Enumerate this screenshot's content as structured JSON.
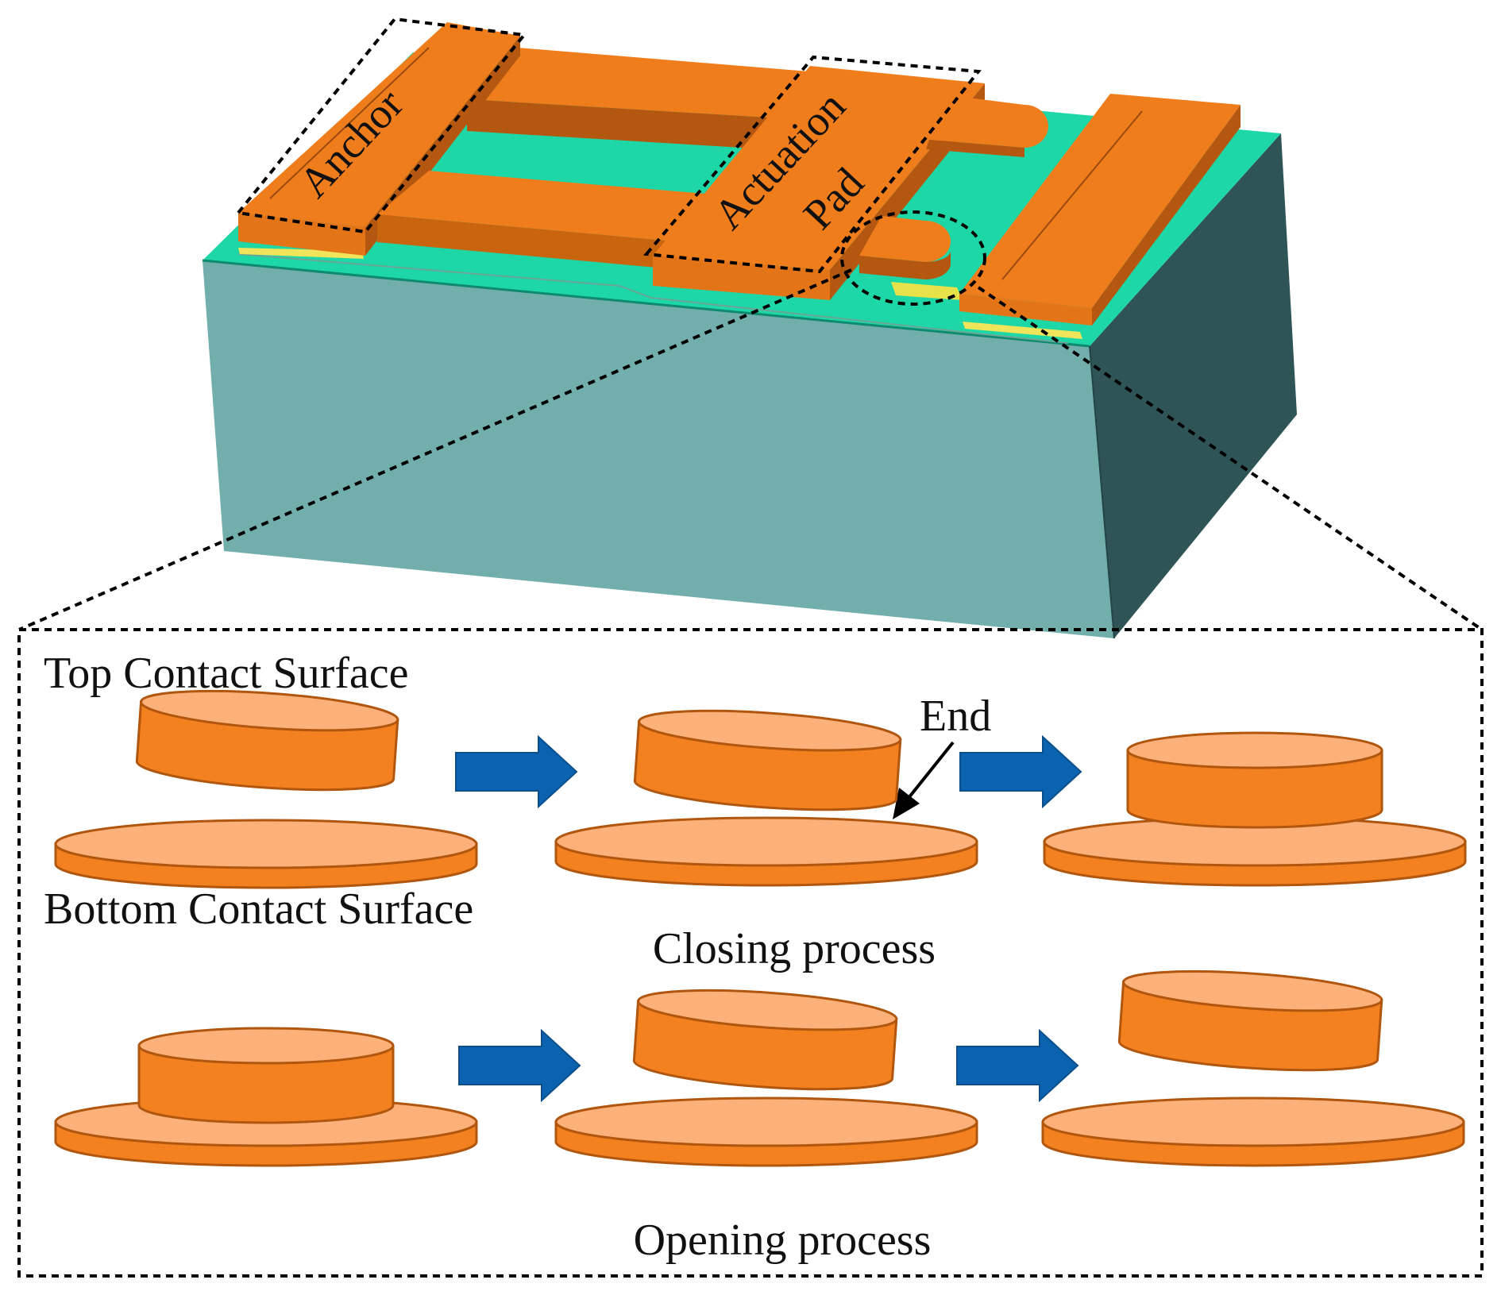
{
  "device": {
    "anchor_label": "Anchor",
    "actuation_pad_line1": "Actuation",
    "actuation_pad_line2": "Pad"
  },
  "detail": {
    "top_surface_label": "Top Contact Surface",
    "bottom_surface_label": "Bottom Contact Surface",
    "end_label": "End",
    "closing_label": "Closing process",
    "opening_label": "Opening process"
  },
  "colors": {
    "substrate_front": "#72aeab",
    "substrate_side": "#2f5456",
    "substrate_top": "#1ed7a6",
    "gold": "#e37518",
    "disc_side": "#f4811f",
    "disc_top": "#fcb07a",
    "arrow": "#0b63b0"
  }
}
